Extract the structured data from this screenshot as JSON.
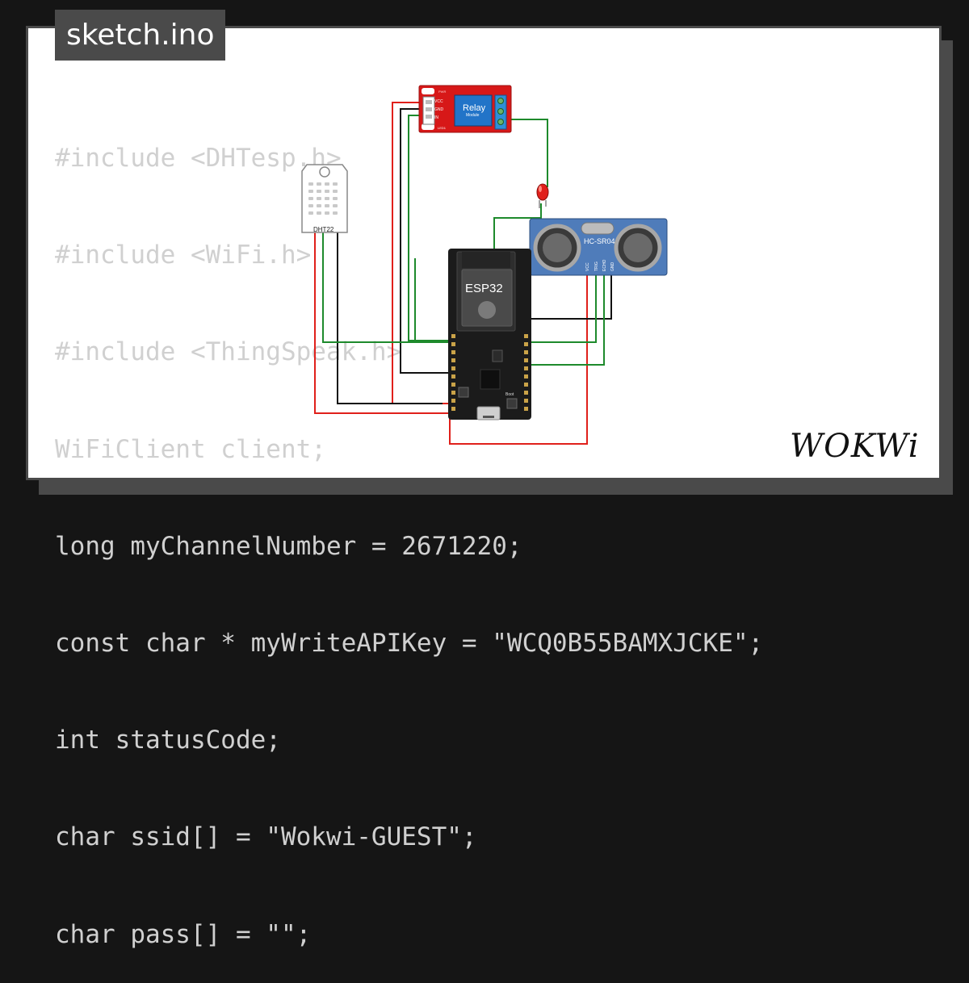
{
  "header": {
    "filename": "sketch.ino"
  },
  "code_lines": [
    "#include <DHTesp.h>",
    "#include <WiFi.h>",
    "#include <ThingSpeak.h>",
    "WiFiClient client;",
    "long myChannelNumber = 2671220;",
    "const char * myWriteAPIKey = \"WCQ0B55BAMXJCKE\";",
    "int statusCode;",
    "char ssid[] = \"Wokwi-GUEST\";",
    "char pass[] = \"\";"
  ],
  "components": {
    "relay": {
      "title": "Relay",
      "subtitle": "Module",
      "pins": [
        "VCC",
        "GND",
        "IN"
      ],
      "led": "LED1",
      "pwr": "PWR"
    },
    "dht": {
      "label": "DHT22"
    },
    "esp32": {
      "label": "ESP32",
      "boot": "Boot"
    },
    "ultrasonic": {
      "label": "HC-SR04",
      "pins": [
        "VCC",
        "TRIG",
        "ECHO",
        "GND"
      ]
    },
    "led": {
      "color": "#e0201b"
    }
  },
  "brand": {
    "logo": "WOKWi"
  },
  "colors": {
    "wire_red": "#e0201b",
    "wire_green": "#1e8a2c",
    "wire_black": "#111111",
    "relay_red": "#d71818",
    "relay_blue": "#2274c8",
    "sensor_blue": "#4f7cba"
  }
}
